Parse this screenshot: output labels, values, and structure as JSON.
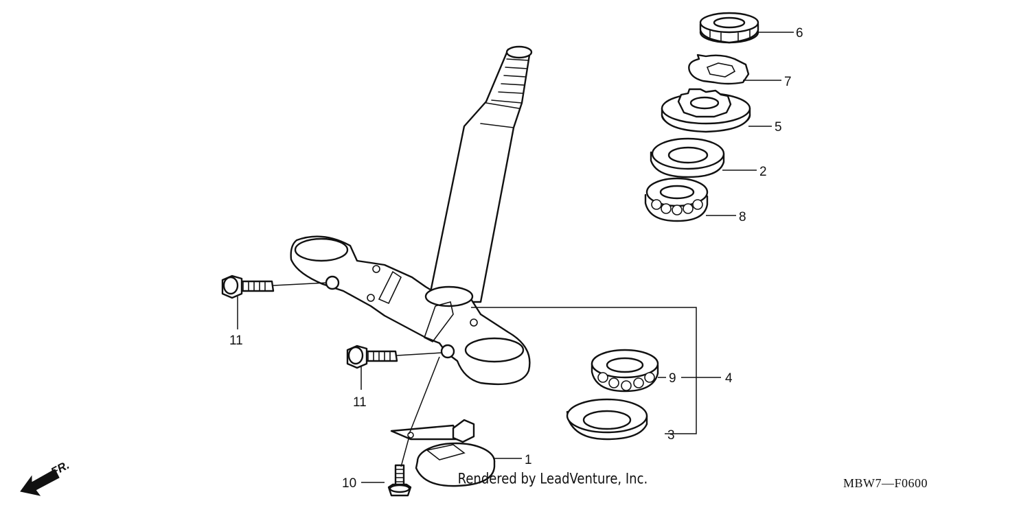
{
  "diagram": {
    "callouts": {
      "c1": "1",
      "c2": "2",
      "c3": "3",
      "c4": "4",
      "c5": "5",
      "c6": "6",
      "c7": "7",
      "c8": "8",
      "c9": "9",
      "c10": "10",
      "c11a": "11",
      "c11b": "11"
    },
    "direction_indicator": {
      "text": "FR.",
      "icon": "front-direction-arrow-icon"
    },
    "diagram_code": "MBW7—F0600",
    "credit": "Rendered by LeadVenture, Inc."
  }
}
